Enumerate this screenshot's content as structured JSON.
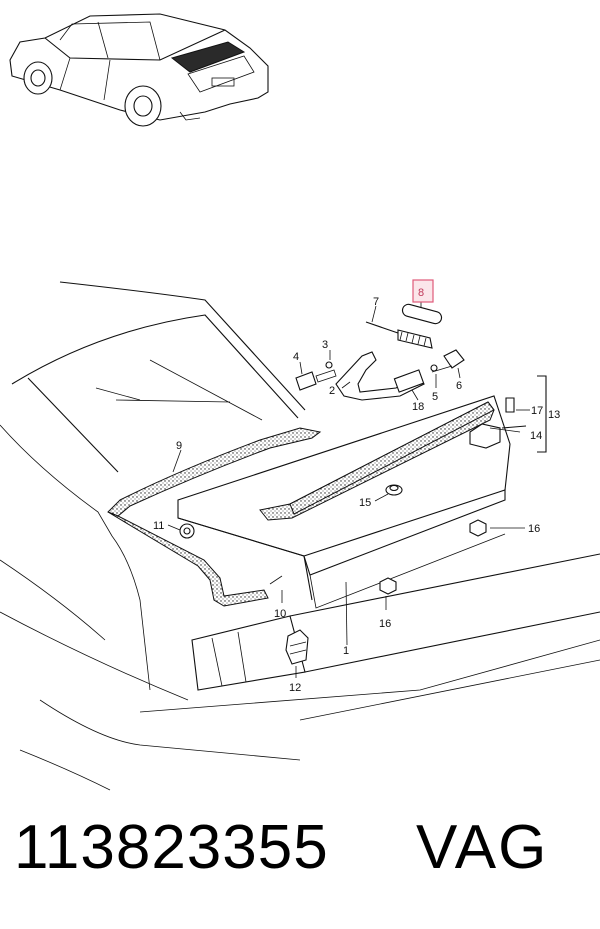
{
  "callouts": {
    "c1": "1",
    "c2": "2",
    "c3": "3",
    "c4": "4",
    "c5": "5",
    "c6": "6",
    "c7": "7",
    "c8": "8",
    "c9": "9",
    "c10": "10",
    "c11": "11",
    "c12": "12",
    "c13": "13",
    "c14": "14",
    "c15": "15",
    "c16a": "16",
    "c16b": "16",
    "c17": "17",
    "c18": "18"
  },
  "highlight": {
    "callout": "8",
    "color": "#e05a7a"
  },
  "footer": {
    "part_number": "113823355",
    "brand": "VAG"
  },
  "icons": [
    "car-thumbnail-icon",
    "trunk-lid-assembly-diagram"
  ]
}
